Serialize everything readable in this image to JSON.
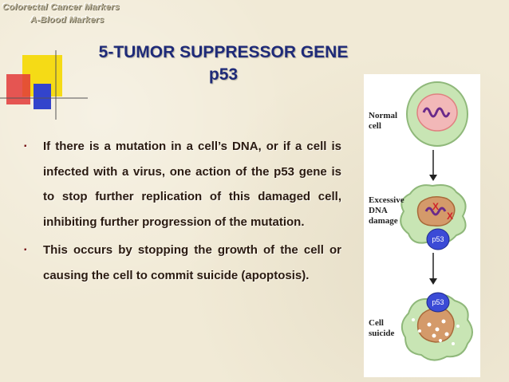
{
  "header": {
    "line1": "Colorectal Cancer Markers",
    "line2": "A-Blood Markers"
  },
  "slide": {
    "title_line1": "5-TUMOR SUPPRESSOR GENE",
    "title_line2": "p53",
    "bullet_glyph": "▪",
    "bullets": [
      "If there is a mutation in a cell’s DNA, or if a cell is infected with a virus, one action of the p53 gene is to stop further replication of this damaged cell, inhibiting further progression of the mutation.",
      "This occurs by stopping the growth of the cell or causing the cell to commit suicide (apoptosis)."
    ]
  },
  "figure": {
    "label_normal": "Normal\ncell",
    "label_damage": "Excessive\nDNA\ndamage",
    "label_suicide": "Cell\nsuicide",
    "p53_label": "p53",
    "damage_mark": "X"
  },
  "colors": {
    "title": "#1e2a78",
    "body_text": "#2a1a10",
    "deco_yellow": "#f5d800",
    "deco_red": "#e23a3a",
    "deco_blue": "#3344cc",
    "p53_blue": "#3b4bd6"
  }
}
